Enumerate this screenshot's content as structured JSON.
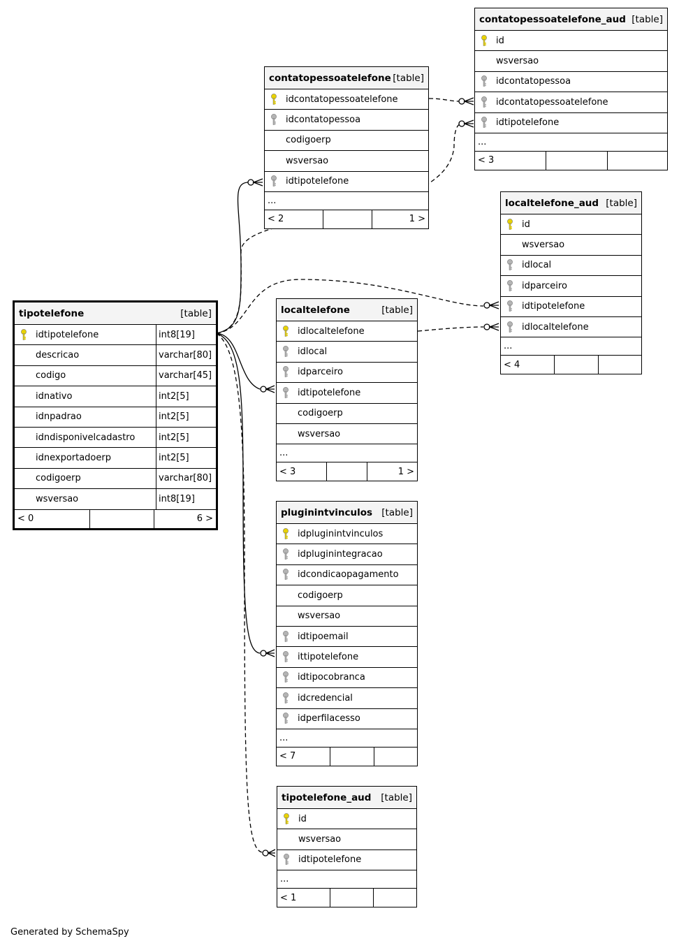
{
  "tables": [
    {
      "id": "tipotelefone",
      "name": "tipotelefone",
      "tag": "[table]",
      "main": true,
      "columns": [
        {
          "name": "idtipotelefone",
          "type": "int8[19]",
          "key": "primary-key-icon"
        },
        {
          "name": "descricao",
          "type": "varchar[80]",
          "key": ""
        },
        {
          "name": "codigo",
          "type": "varchar[45]",
          "key": ""
        },
        {
          "name": "idnativo",
          "type": "int2[5]",
          "key": ""
        },
        {
          "name": "idnpadrao",
          "type": "int2[5]",
          "key": ""
        },
        {
          "name": "idndisponivelcadastro",
          "type": "int2[5]",
          "key": ""
        },
        {
          "name": "idnexportadoerp",
          "type": "int2[5]",
          "key": ""
        },
        {
          "name": "codigoerp",
          "type": "varchar[80]",
          "key": ""
        },
        {
          "name": "wsversao",
          "type": "int8[19]",
          "key": ""
        }
      ],
      "more": "",
      "footer": [
        "< 0",
        "",
        "6 >"
      ]
    },
    {
      "id": "contatopessoatelefone",
      "name": "contatopessoatelefone",
      "tag": "[table]",
      "columns": [
        {
          "name": "idcontatopessoatelefone",
          "key": "primary-key-icon"
        },
        {
          "name": "idcontatopessoa",
          "key": "foreign-key-icon"
        },
        {
          "name": "codigoerp",
          "key": ""
        },
        {
          "name": "wsversao",
          "key": ""
        },
        {
          "name": "idtipotelefone",
          "key": "foreign-key-icon"
        }
      ],
      "more": "...",
      "footer": [
        "< 2",
        "",
        "1 >"
      ]
    },
    {
      "id": "contatopessoatelefone_aud",
      "name": "contatopessoatelefone_aud",
      "tag": "[table]",
      "columns": [
        {
          "name": "id",
          "key": "primary-key-icon"
        },
        {
          "name": "wsversao",
          "key": ""
        },
        {
          "name": "idcontatopessoa",
          "key": "foreign-key-icon"
        },
        {
          "name": "idcontatopessoatelefone",
          "key": "foreign-key-icon"
        },
        {
          "name": "idtipotelefone",
          "key": "foreign-key-icon"
        }
      ],
      "more": "...",
      "footer": [
        "< 3",
        "",
        ""
      ]
    },
    {
      "id": "localtelefone_aud",
      "name": "localtelefone_aud",
      "tag": "[table]",
      "columns": [
        {
          "name": "id",
          "key": "primary-key-icon"
        },
        {
          "name": "wsversao",
          "key": ""
        },
        {
          "name": "idlocal",
          "key": "foreign-key-icon"
        },
        {
          "name": "idparceiro",
          "key": "foreign-key-icon"
        },
        {
          "name": "idtipotelefone",
          "key": "foreign-key-icon"
        },
        {
          "name": "idlocaltelefone",
          "key": "foreign-key-icon"
        }
      ],
      "more": "...",
      "footer": [
        "< 4",
        "",
        ""
      ]
    },
    {
      "id": "localtelefone",
      "name": "localtelefone",
      "tag": "[table]",
      "columns": [
        {
          "name": "idlocaltelefone",
          "key": "primary-key-icon"
        },
        {
          "name": "idlocal",
          "key": "foreign-key-icon"
        },
        {
          "name": "idparceiro",
          "key": "foreign-key-icon"
        },
        {
          "name": "idtipotelefone",
          "key": "foreign-key-icon"
        },
        {
          "name": "codigoerp",
          "key": ""
        },
        {
          "name": "wsversao",
          "key": ""
        }
      ],
      "more": "...",
      "footer": [
        "< 3",
        "",
        "1 >"
      ]
    },
    {
      "id": "pluginintvinculos",
      "name": "pluginintvinculos",
      "tag": "[table]",
      "columns": [
        {
          "name": "idpluginintvinculos",
          "key": "primary-key-icon"
        },
        {
          "name": "idpluginintegracao",
          "key": "foreign-key-icon"
        },
        {
          "name": "idcondicaopagamento",
          "key": "foreign-key-icon"
        },
        {
          "name": "codigoerp",
          "key": ""
        },
        {
          "name": "wsversao",
          "key": ""
        },
        {
          "name": "idtipoemail",
          "key": "foreign-key-icon"
        },
        {
          "name": "ittipotelefone",
          "key": "foreign-key-icon"
        },
        {
          "name": "idtipocobranca",
          "key": "foreign-key-icon"
        },
        {
          "name": "idcredencial",
          "key": "foreign-key-icon"
        },
        {
          "name": "idperfilacesso",
          "key": "foreign-key-icon"
        }
      ],
      "more": "...",
      "footer": [
        "< 7",
        "",
        ""
      ]
    },
    {
      "id": "tipotelefone_aud",
      "name": "tipotelefone_aud",
      "tag": "[table]",
      "columns": [
        {
          "name": "id",
          "key": "primary-key-icon"
        },
        {
          "name": "wsversao",
          "key": ""
        },
        {
          "name": "idtipotelefone",
          "key": "foreign-key-icon"
        }
      ],
      "more": "...",
      "footer": [
        "< 1",
        "",
        ""
      ]
    }
  ],
  "colors": {
    "primary_key": "#e8d200",
    "foreign_key": "#b4b4b4",
    "header_bg": "#f4f4f4"
  },
  "credit": "Generated by SchemaSpy"
}
